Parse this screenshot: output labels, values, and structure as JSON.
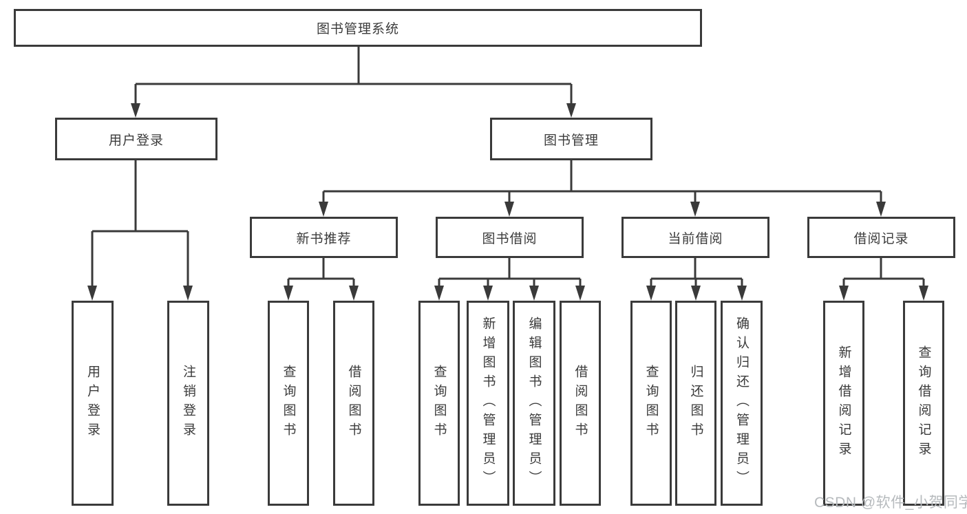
{
  "diagram": {
    "root": {
      "label": "图书管理系统"
    },
    "branches": [
      {
        "label": "用户登录",
        "children": [
          {
            "label": "用户登录"
          },
          {
            "label": "注销登录"
          }
        ]
      },
      {
        "label": "图书管理",
        "children": [
          {
            "label": "新书推荐",
            "children": [
              {
                "label": "查询图书"
              },
              {
                "label": "借阅图书"
              }
            ]
          },
          {
            "label": "图书借阅",
            "children": [
              {
                "label": "查询图书"
              },
              {
                "label": "新增图书（管理员）"
              },
              {
                "label": "编辑图书（管理员）"
              },
              {
                "label": "借阅图书"
              }
            ]
          },
          {
            "label": "当前借阅",
            "children": [
              {
                "label": "查询图书"
              },
              {
                "label": "归还图书"
              },
              {
                "label": "确认归还（管理员）"
              }
            ]
          },
          {
            "label": "借阅记录",
            "children": [
              {
                "label": "新增借阅记录"
              },
              {
                "label": "查询借阅记录"
              }
            ]
          }
        ]
      }
    ]
  },
  "watermark": "CSDN @软件_小贺同学",
  "colors": {
    "line": "#3a3a3a",
    "text": "#3b3b3b",
    "background": "#ffffff",
    "watermark": "#b6babd"
  }
}
